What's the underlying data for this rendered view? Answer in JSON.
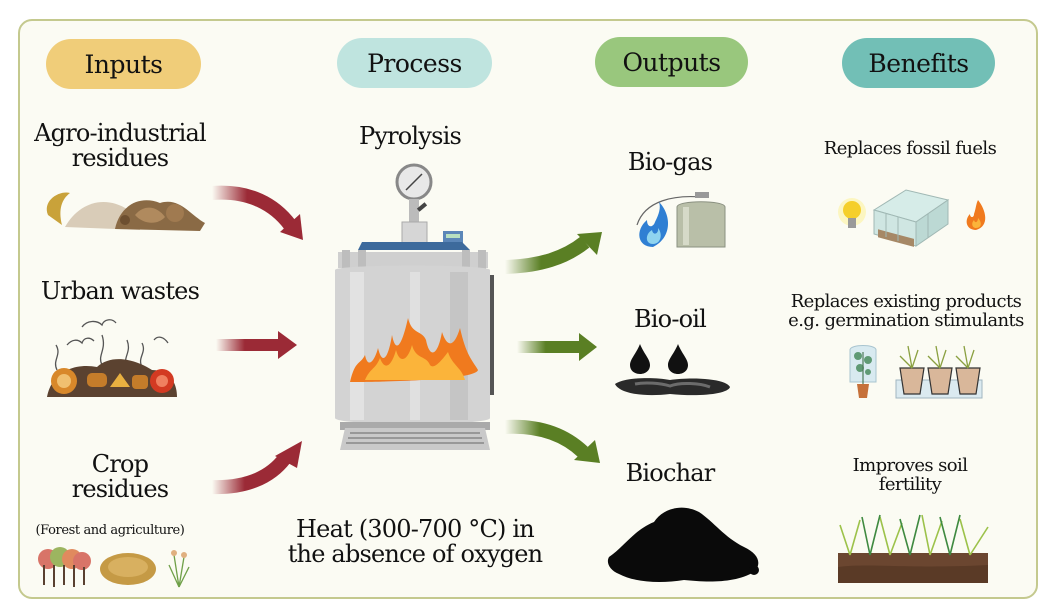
{
  "columns": {
    "inputs": {
      "label": "Inputs",
      "color": "#f0cd79"
    },
    "process": {
      "label": "Process",
      "color": "#bfe4df"
    },
    "outputs": {
      "label": "Outputs",
      "color": "#99c77d"
    },
    "benefits": {
      "label": "Benefits",
      "color": "#72bfb6"
    }
  },
  "inputs": [
    {
      "label_line1": "Agro-industrial",
      "label_line2": "residues",
      "icon": "agro-residues-icon"
    },
    {
      "label_line1": "Urban wastes",
      "icon": "urban-waste-icon"
    },
    {
      "label_line1": "Crop",
      "label_line2": "residues",
      "note": "(Forest and agriculture)",
      "icon": "crop-residues-icon"
    }
  ],
  "process": {
    "title": "Pyrolysis",
    "icon": "pyrolysis-reactor-icon",
    "condition_line1": "Heat (300-700 °C) in",
    "condition_line2": "the absence of oxygen"
  },
  "outputs": [
    {
      "label": "Bio-gas",
      "icon": "gas-cylinder-flame-icon"
    },
    {
      "label": "Bio-oil",
      "icon": "oil-drops-icon"
    },
    {
      "label": "Biochar",
      "icon": "biochar-pile-icon"
    }
  ],
  "benefits": [
    {
      "line1": "Replaces fossil fuels",
      "icon": "greenhouse-energy-icon"
    },
    {
      "line1": "Replaces existing products",
      "line2": "e.g. germination stimulants",
      "icon": "seedling-pots-icon"
    },
    {
      "line1": "Improves soil",
      "line2": "fertility",
      "icon": "soil-grass-icon"
    }
  ],
  "arrow_colors": {
    "input": "#9b2a36",
    "output": "#5a7f24"
  }
}
